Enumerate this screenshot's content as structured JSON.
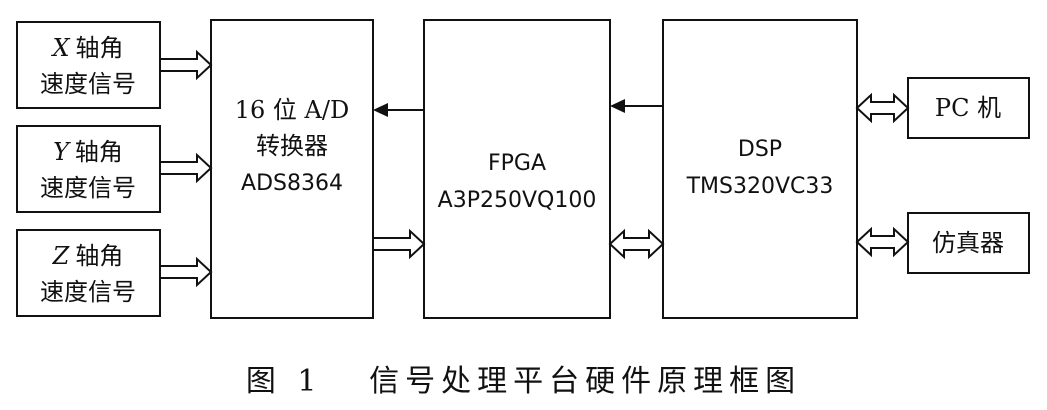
{
  "blocks": {
    "x_signal": {
      "axis": "X",
      "line1_rest": "轴角",
      "line2": "速度信号"
    },
    "y_signal": {
      "axis": "Y",
      "line1_rest": "轴角",
      "line2": "速度信号"
    },
    "z_signal": {
      "axis": "Z",
      "line1_rest": "轴角",
      "line2": "速度信号"
    },
    "adc": {
      "line1": "16 位 A/D",
      "line2": "转换器",
      "line3": "ADS8364"
    },
    "fpga": {
      "line1": "FPGA",
      "line2": "A3P250VQ100"
    },
    "dsp": {
      "line1": "DSP",
      "line2": "TMS320VC33"
    },
    "pc": {
      "label": "PC 机"
    },
    "emulator": {
      "label": "仿真器"
    }
  },
  "caption": "图 1   信号处理平台硬件原理框图"
}
